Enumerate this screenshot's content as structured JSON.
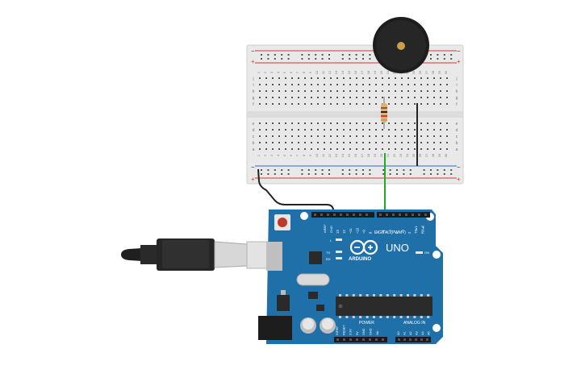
{
  "breadboard": {
    "column_count": 30,
    "row_letters_top": [
      "j",
      "i",
      "h",
      "g",
      "f"
    ],
    "row_letters_bottom": [
      "e",
      "d",
      "c",
      "b",
      "a"
    ],
    "rail_minus": "−",
    "rail_plus": "+"
  },
  "arduino": {
    "brand": "ARDUINO",
    "model": "UNO",
    "digital_header_label": "DIGITAL (PWM~)",
    "power_header_label": "POWER",
    "analog_header_label": "ANALOG IN",
    "on_led_label": "ON",
    "l_led_label": "L",
    "tx_label": "TX",
    "rx_label": "RX",
    "aref_label": "AREF",
    "gnd_label": "GND",
    "digital_pins": [
      "13",
      "12",
      "~11",
      "~10",
      "~9",
      "8",
      "7",
      "~6",
      "~5",
      "4",
      "~3",
      "2",
      "TX▸1",
      "RX◂0"
    ],
    "power_pins": [
      "IOREF",
      "RESET",
      "3.3V",
      "5V",
      "GND",
      "GND",
      "Vin"
    ],
    "analog_pins": [
      "A0",
      "A1",
      "A2",
      "A3",
      "A4",
      "A5"
    ]
  },
  "colors": {
    "board_blue": "#1f6fa8",
    "breadboard": "#e9e9e9",
    "wire_green": "#22aa22",
    "wire_black": "#222222",
    "rail_red": "#d33",
    "rail_blue": "#36c"
  },
  "icons": {
    "logo": "infinity-logo-icon",
    "buzzer": "piezo-buzzer-icon",
    "resistor": "resistor-icon",
    "usb": "usb-plug-icon"
  }
}
